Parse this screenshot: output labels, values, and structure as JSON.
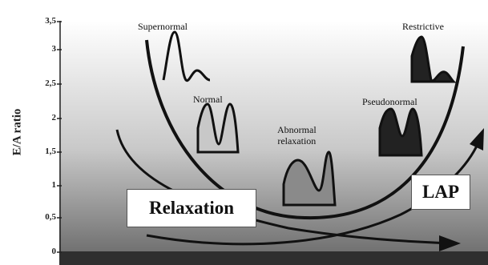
{
  "y_axis": {
    "label": "E/A ratio",
    "ticks": [
      "3,5",
      "3",
      "2,5",
      "2",
      "1,5",
      "1",
      "0,5",
      "0"
    ]
  },
  "stages": {
    "supernormal": "Supernormal",
    "normal": "Normal",
    "abnormal_relaxation_line1": "Abnormal",
    "abnormal_relaxation_line2": "relaxation",
    "pseudonormal": "Pseudonormal",
    "restrictive": "Restrictive"
  },
  "boxes": {
    "relaxation": "Relaxation",
    "lap": "LAP"
  },
  "colors": {
    "plot_top": "#ffffff",
    "plot_bottom": "#707070",
    "baseline": "#2f2f2f",
    "curve": "#111111",
    "wave_light": "#c8c8c8",
    "wave_mid": "#8a8a8a",
    "wave_dark": "#222222"
  }
}
